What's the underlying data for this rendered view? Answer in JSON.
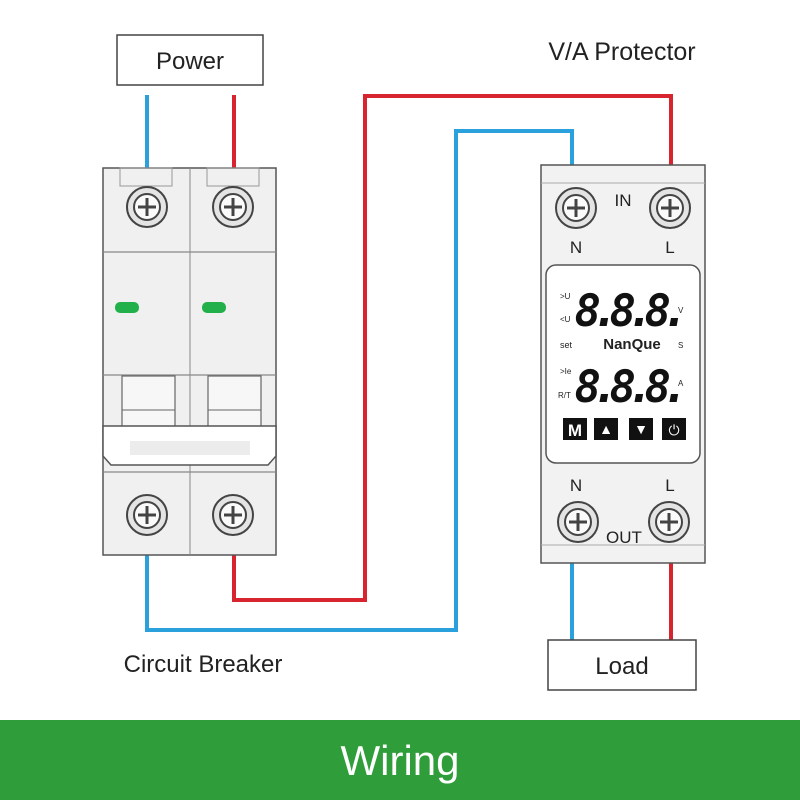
{
  "labels": {
    "power": "Power",
    "protector_title": "V/A Protector",
    "breaker_caption": "Circuit Breaker",
    "load": "Load",
    "banner": "Wiring"
  },
  "protector": {
    "in_label": "IN",
    "out_label": "OUT",
    "top_n": "N",
    "top_l": "L",
    "bottom_n": "N",
    "bottom_l": "L",
    "brand": "NanQue",
    "over_u": ">U",
    "under_u": "<U",
    "set": "set",
    "over_ie": ">Ie",
    "rt": "R/T",
    "unit_v": "V",
    "unit_s": "S",
    "unit_a": "A",
    "display_top": "8.8.8.",
    "display_bottom": "8.8.8.",
    "btn_m": "M",
    "btn_up": "▲",
    "btn_down": "▼",
    "btn_power": "⏻"
  },
  "colors": {
    "neutral_wire": "#2aa0dc",
    "live_wire": "#d8242f",
    "banner_bg": "#2e9d3a",
    "indicator": "#22b04b"
  }
}
